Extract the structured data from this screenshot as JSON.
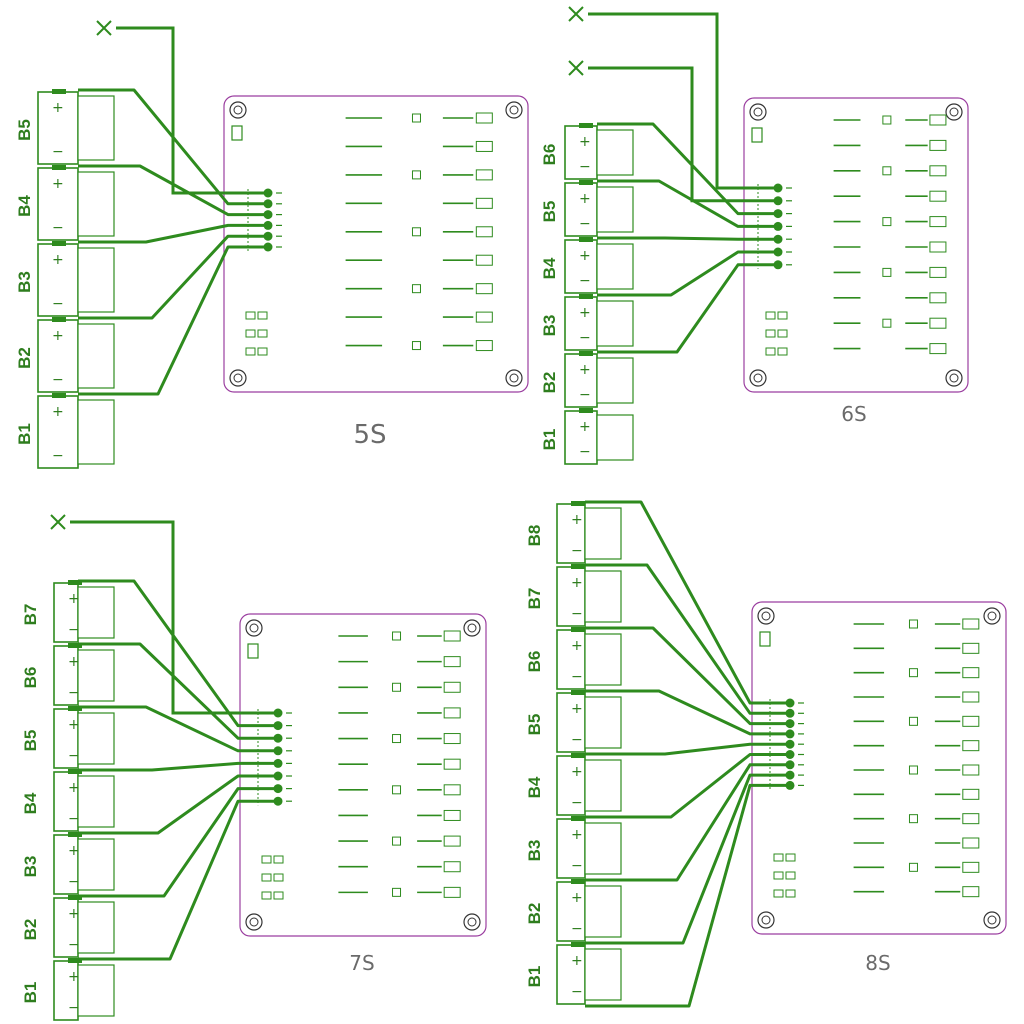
{
  "colors": {
    "trace": "#2e8b1e",
    "board_outline": "#9b3fa0",
    "title": "#6a6a6a",
    "component": "#2e8b1e"
  },
  "polarity": {
    "plus": "+",
    "minus": "−"
  },
  "diagrams": [
    {
      "id": "5s",
      "title": "5S",
      "cells": [
        "B5",
        "B4",
        "B3",
        "B2",
        "B1"
      ],
      "unused_wires": 1
    },
    {
      "id": "6s",
      "title": "6S",
      "cells": [
        "B6",
        "B5",
        "B4",
        "B3",
        "B2",
        "B1"
      ],
      "unused_wires": 2
    },
    {
      "id": "7s",
      "title": "7S",
      "cells": [
        "B7",
        "B6",
        "B5",
        "B4",
        "B3",
        "B2",
        "B1"
      ],
      "unused_wires": 1
    },
    {
      "id": "8s",
      "title": "8S",
      "cells": [
        "B8",
        "B7",
        "B6",
        "B5",
        "B4",
        "B3",
        "B2",
        "B1"
      ],
      "unused_wires": 0
    }
  ]
}
